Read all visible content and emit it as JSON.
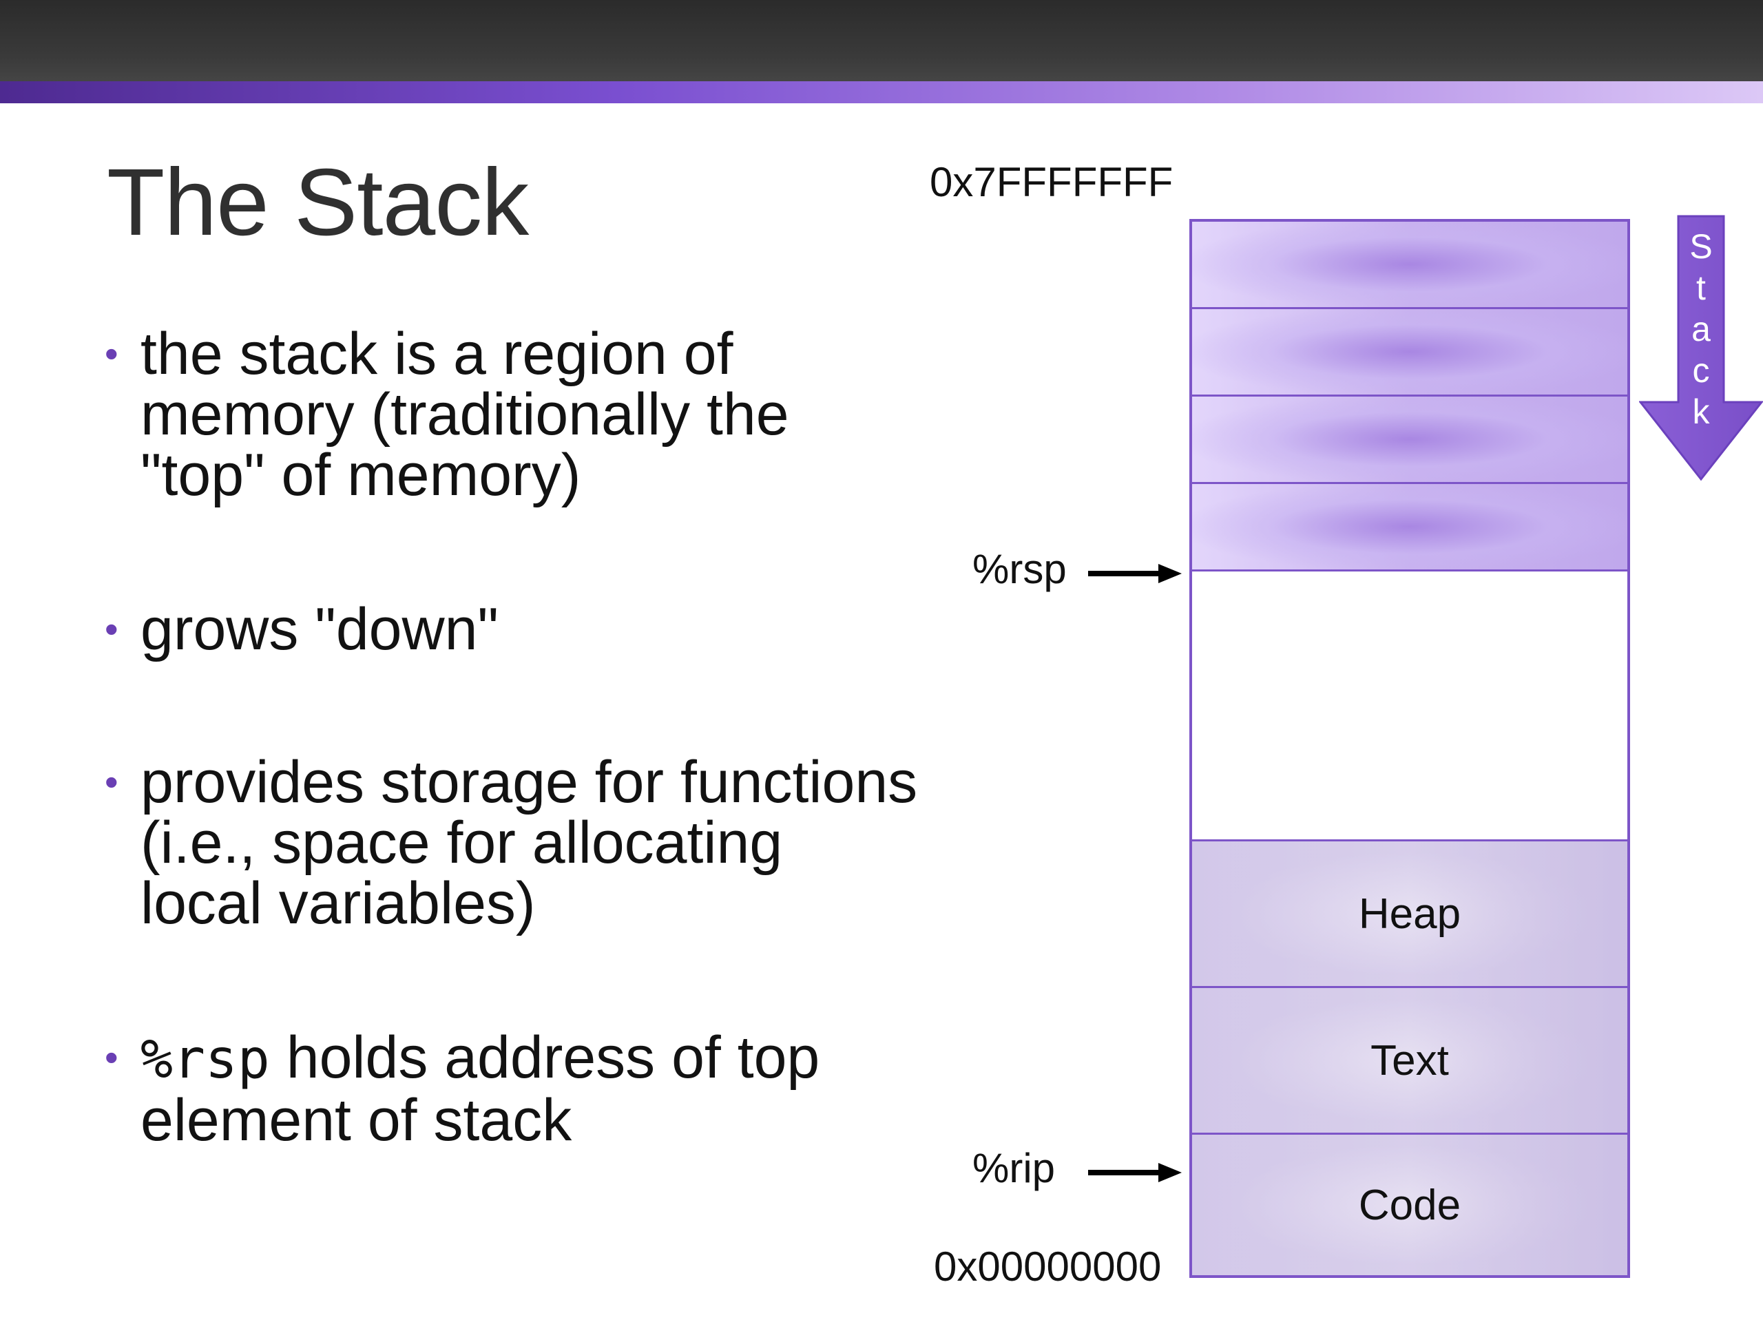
{
  "slide": {
    "title": "The Stack",
    "bullets": [
      {
        "text": "the stack is a region of memory (traditionally the \"top\" of memory)"
      },
      {
        "text": "grows \"down\""
      },
      {
        "text": "provides storage for functions (i.e., space for allocating local variables)"
      },
      {
        "code": "%rsp",
        "text": " holds address of top element of stack"
      }
    ]
  },
  "diagram": {
    "top_address": "0x7FFFFFFF",
    "bottom_address": "0x00000000",
    "rsp_label": "%rsp",
    "rip_label": "%rip",
    "stack_frame_count": 4,
    "regions": [
      "Heap",
      "Text",
      "Code"
    ],
    "growth_letters": [
      "S",
      "t",
      "a",
      "c",
      "k"
    ]
  },
  "colors": {
    "accent": "#7d55c8",
    "bullet": "#6a3fb4",
    "title": "#303030",
    "stack_fill": "#c8b2ef",
    "region_fill": "#ddd4ee"
  }
}
